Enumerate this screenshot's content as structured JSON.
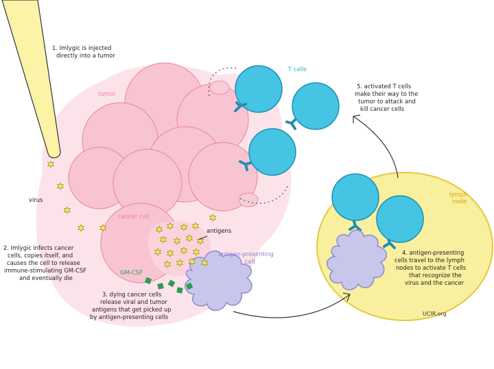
{
  "labels": {
    "tumor": "tumor",
    "t_cells": "T cells",
    "cancer_cell": "cancer cell",
    "virus": "virus",
    "antigens": "antigens",
    "gm_csf": "GM-CSF",
    "apc_line1": "antigen-presenting",
    "apc_line2": "cell",
    "lymph_line1": "lymph",
    "lymph_line2": "node",
    "credit": "UCIR.org"
  },
  "steps": {
    "step1": [
      "1. Imlygic is injected",
      "directly into a tumor"
    ],
    "step2": [
      "2. Imlygic infects cancer",
      "cells, copies itself, and",
      "causes the cell to release",
      "immune-stimulating GM-CSF",
      "and eventually die"
    ],
    "step3": [
      "3. dying cancer cells",
      "release viral and tumor",
      "antigens that get picked up",
      "by antigen-presenting cells"
    ],
    "step4": [
      "4. antigen-presenting",
      "cells travel to the lymph",
      "nodes to activate T cells",
      "that recognize the",
      "virus and the cancer"
    ],
    "step5": [
      "5. activated T cells",
      "make their way to the",
      "tumor to attack and",
      "kill cancer cells"
    ]
  },
  "colors": {
    "tumor_bg": "#fce3ea",
    "cancer_cell": "#f9c4d1",
    "cancer_outline": "#ea8fa9",
    "t_cell": "#45c4e4",
    "t_cell_outline": "#1f8fb0",
    "lymph": "#f8ef9f",
    "lymph_outline": "#e3c93a",
    "apc": "#c9c6ec",
    "apc_outline": "#8f89c9",
    "virus": "#f4e46a",
    "gm_csf": "#2e9b55",
    "syringe": "#fbf3a6"
  }
}
